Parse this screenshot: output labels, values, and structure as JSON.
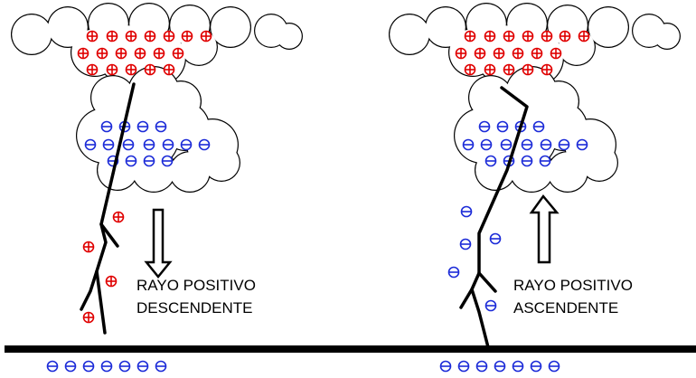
{
  "colors": {
    "positive_charge": "#e00000",
    "negative_charge": "#1c2bd8",
    "lightning": "#000000",
    "ground": "#000000",
    "cloud_outline": "#000000"
  },
  "panels": {
    "descending": {
      "line1": "RAYO POSITIVO",
      "line2": "DESCENDENTE",
      "arrow_direction": "down"
    },
    "ascending": {
      "line1": "RAYO POSITIVO",
      "line2": "ASCENDENTE",
      "arrow_direction": "up"
    }
  },
  "icons": {
    "positive": "plus-charge-icon",
    "negative": "minus-charge-icon"
  }
}
